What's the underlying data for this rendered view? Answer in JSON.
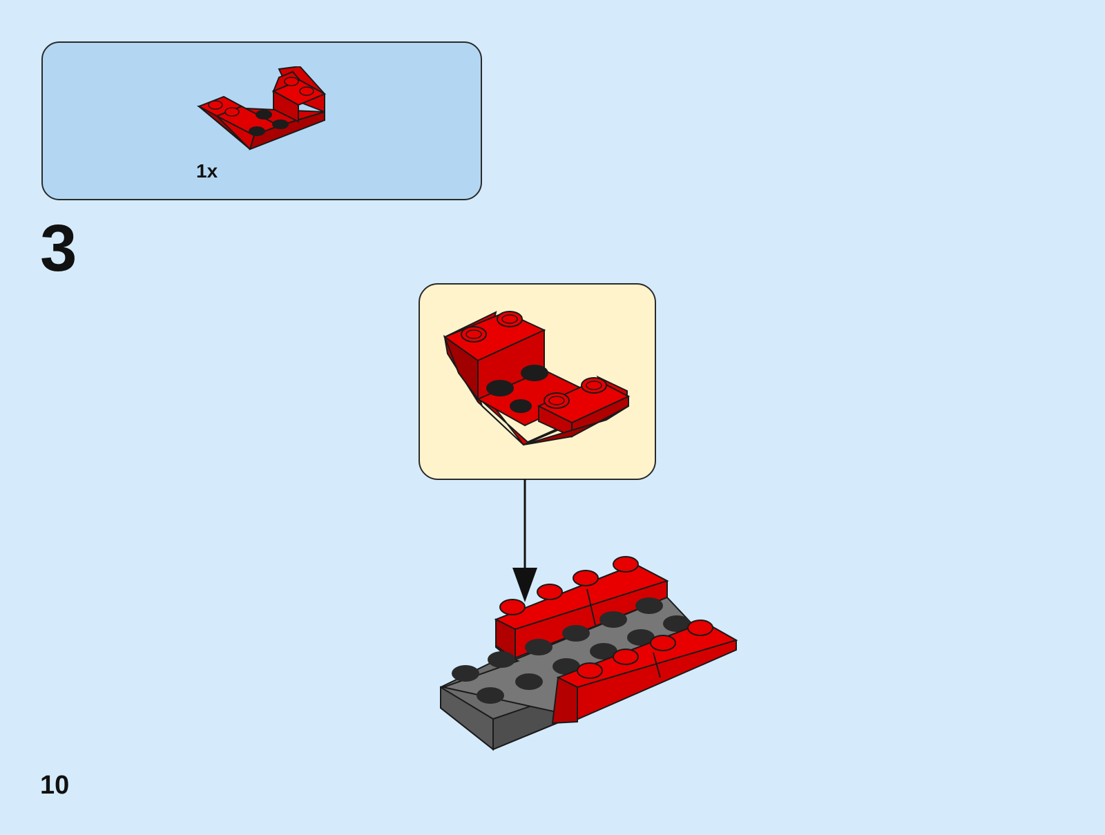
{
  "parts_list": {
    "quantity": "1x"
  },
  "step": {
    "number": "3"
  },
  "page": {
    "number": "10"
  },
  "colors": {
    "background": "#d5ebfb",
    "parts_panel": "#b3d7f3",
    "callout_panel": "#fff3cc",
    "brick_red": "#e00000",
    "plate_gray": "#6b6b6b",
    "stud_black": "#1c1c1c"
  },
  "icons": {
    "part": "red-inverted-slope-brick-icon",
    "sub_assembly": "sub-assembly-icon",
    "arrow": "down-arrow-icon",
    "model": "model-assembly-icon"
  }
}
